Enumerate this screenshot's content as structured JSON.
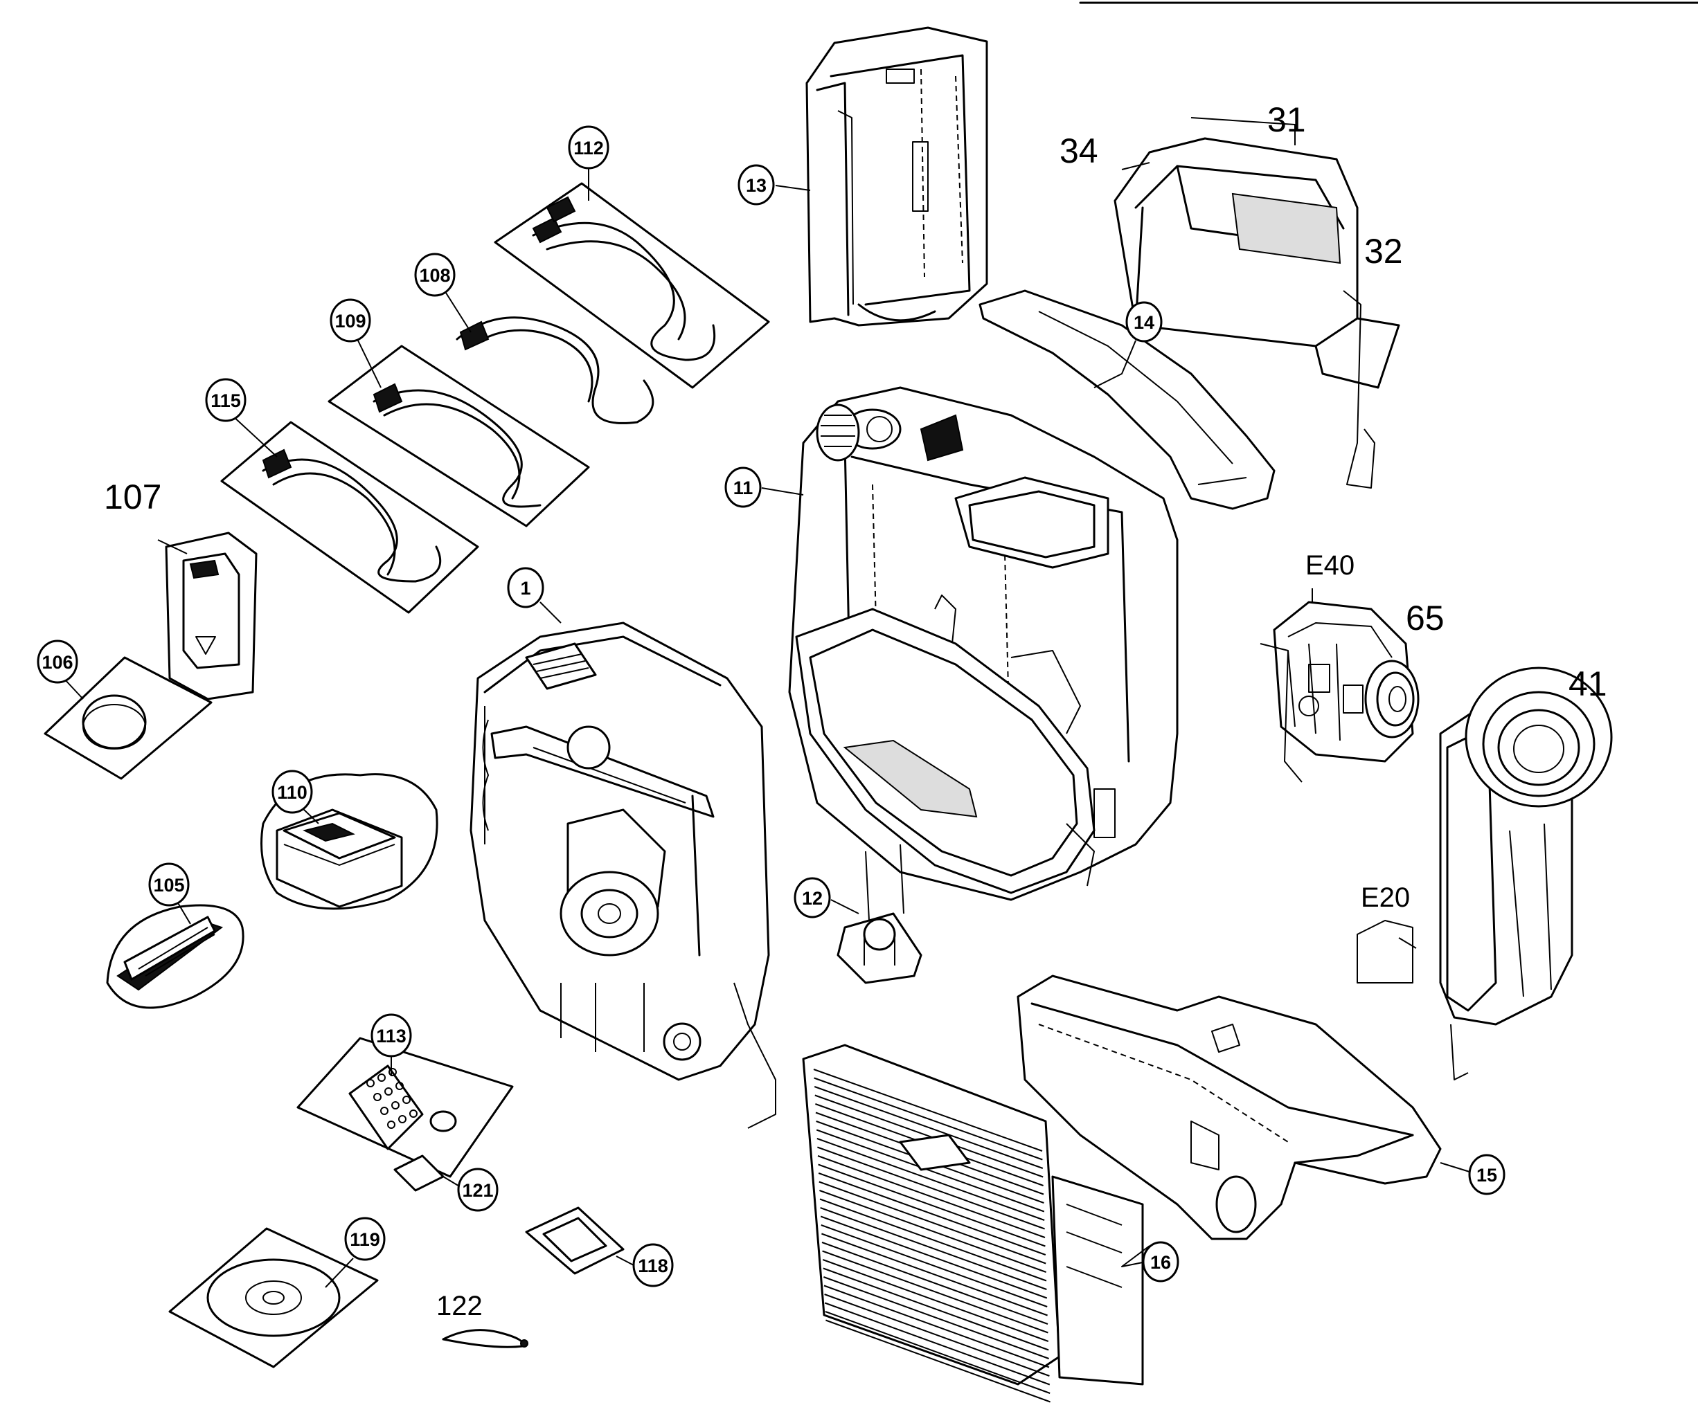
{
  "callouts": [
    {
      "key": "p1",
      "label": "1"
    },
    {
      "key": "p11",
      "label": "11"
    },
    {
      "key": "p12",
      "label": "12"
    },
    {
      "key": "p13",
      "label": "13"
    },
    {
      "key": "p14",
      "label": "14"
    },
    {
      "key": "p15",
      "label": "15"
    },
    {
      "key": "p16",
      "label": "16"
    },
    {
      "key": "p105",
      "label": "105"
    },
    {
      "key": "p106",
      "label": "106"
    },
    {
      "key": "p108",
      "label": "108"
    },
    {
      "key": "p109",
      "label": "109"
    },
    {
      "key": "p110",
      "label": "110"
    },
    {
      "key": "p112",
      "label": "112"
    },
    {
      "key": "p113",
      "label": "113"
    },
    {
      "key": "p115",
      "label": "115"
    },
    {
      "key": "p118",
      "label": "118"
    },
    {
      "key": "p119",
      "label": "119"
    },
    {
      "key": "p121",
      "label": "121"
    }
  ],
  "handwritten": [
    {
      "key": "h107",
      "label": "107"
    },
    {
      "key": "h31",
      "label": "31"
    },
    {
      "key": "h34",
      "label": "34"
    },
    {
      "key": "h32",
      "label": "32"
    },
    {
      "key": "hE40",
      "label": "E40"
    },
    {
      "key": "h65",
      "label": "65"
    },
    {
      "key": "h41",
      "label": "41"
    },
    {
      "key": "hE20",
      "label": "E20"
    },
    {
      "key": "h122",
      "label": "122"
    }
  ]
}
